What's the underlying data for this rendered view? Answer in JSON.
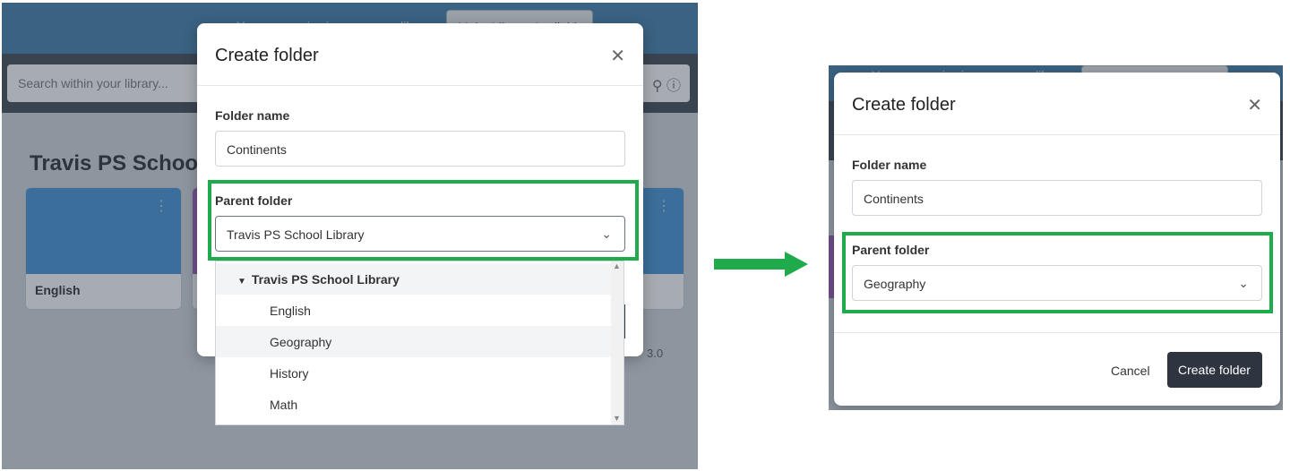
{
  "left_panel": {
    "banner_text": "You are previewing your new library",
    "banner_button": "Make Library Available",
    "search_placeholder": "Search within your library...",
    "library_title": "Travis PS School Library",
    "cards": [
      {
        "label": "English"
      }
    ],
    "version_text": "3.0"
  },
  "modal": {
    "title": "Create folder",
    "folder_name_label": "Folder name",
    "folder_name_value": "Continents",
    "parent_folder_label": "Parent folder",
    "parent_folder_value": "Travis PS School Library",
    "dropdown": {
      "root": "Travis PS School Library",
      "children": [
        "English",
        "Geography",
        "History",
        "Math"
      ]
    }
  },
  "right_panel": {
    "banner_text": "You are previewing your new library",
    "banner_button": "Make Library Available",
    "modal": {
      "title": "Create folder",
      "folder_name_label": "Folder name",
      "folder_name_value": "Continents",
      "parent_folder_label": "Parent folder",
      "parent_folder_value": "Geography",
      "cancel_label": "Cancel",
      "create_label": "Create folder"
    }
  },
  "colors": {
    "highlight": "#1faa4b",
    "banner": "#3a78a8",
    "navbar": "#3a424f",
    "primary_button": "#2f3441"
  }
}
